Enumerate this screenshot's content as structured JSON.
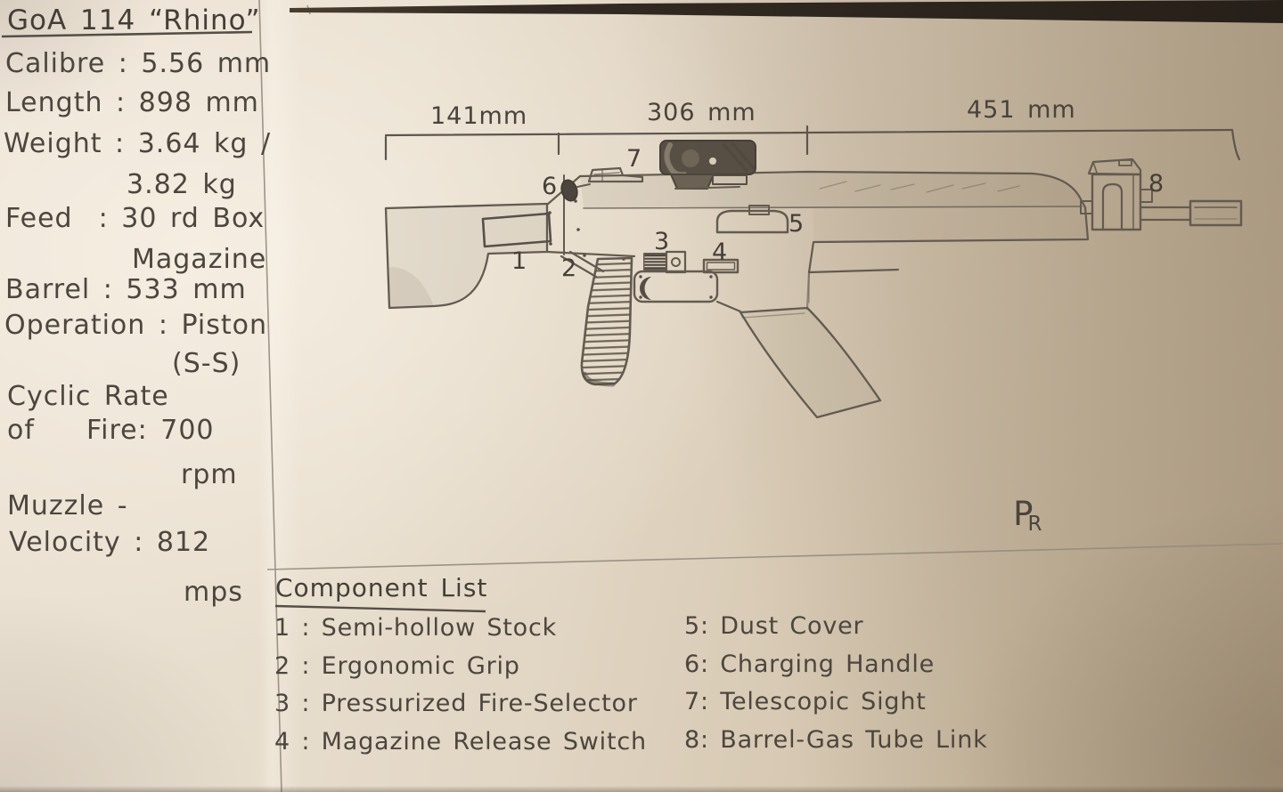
{
  "document": {
    "title": "GoA 114 “Rhino”",
    "signature_initials": [
      "P",
      "R"
    ]
  },
  "specs": {
    "lines": [
      "Calibre : 5.56 mm",
      "Length : 898 mm",
      "Weight : 3.64 kg /",
      "3.82 kg",
      "Feed  : 30 rd Box",
      "Magazine",
      "Barrel : 533 mm",
      "Operation : Piston",
      "(S-S)",
      "Cyclic Rate",
      "of    Fire: 700",
      "rpm",
      "Muzzle -",
      "Velocity : 812",
      "mps"
    ]
  },
  "diagram": {
    "dimension_labels": [
      "141mm",
      "306 mm",
      "451 mm"
    ],
    "callout_numbers": [
      "1",
      "2",
      "3",
      "4",
      "5",
      "6",
      "7",
      "8"
    ]
  },
  "component_list": {
    "heading": "Component List",
    "items_left": [
      "1 : Semi-hollow Stock",
      "2 : Ergonomic Grip",
      "3 : Pressurized Fire-Selector",
      "4 : Magazine Release Switch"
    ],
    "items_right": [
      "5: Dust Cover",
      "6: Charging Handle",
      "7: Telescopic Sight",
      "8: Barrel-Gas Tube Link"
    ]
  },
  "colors": {
    "paper": "#e6dccc",
    "pencil": "#5f5850",
    "shadow": "#c0af95"
  }
}
